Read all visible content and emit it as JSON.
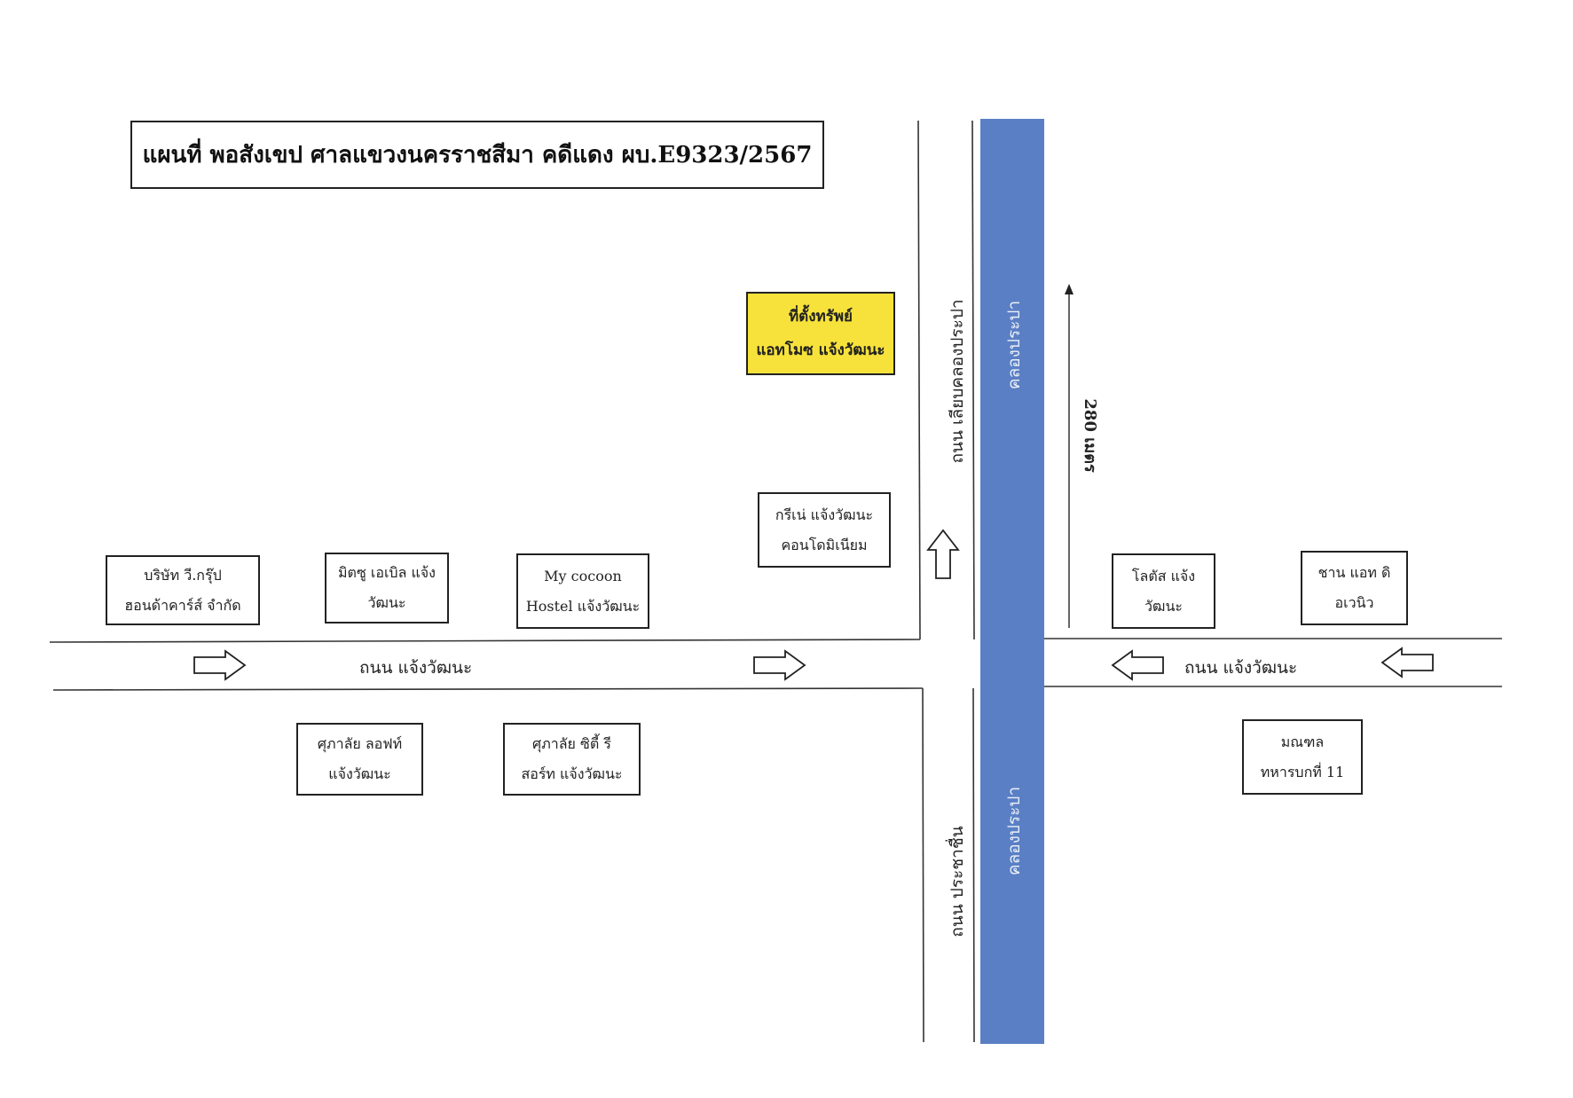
{
  "title": "แผนที่ พอสังเขป ศาลแขวงนครราชสีมา คดีแดง ผบ.E9323/2567",
  "colors": {
    "canal": "#5a7fc4",
    "target": "#f7e23b",
    "line": "#333333"
  },
  "target": {
    "line1": "ที่ตั้งทรัพย์",
    "line2": "แอทโมซ แจ้งวัฒนะ"
  },
  "places": {
    "vgroup": {
      "line1": "บริษัท วี.กรุ๊ป",
      "line2": "ฮอนด้าคาร์ส์ จำกัด"
    },
    "mitsu": {
      "line1": "มิตซู เอเบิล แจ้ง",
      "line2": "วัฒนะ"
    },
    "cocoon": {
      "line1": "My cocoon",
      "line2": "Hostel แจ้งวัฒนะ"
    },
    "greene": {
      "line1": "กรีเน่ แจ้งวัฒนะ",
      "line2": "คอนโดมิเนียม"
    },
    "lotus": {
      "line1": "โลตัส แจ้ง",
      "line2": "วัฒนะ"
    },
    "shan": {
      "line1": "ชาน แอท ดิ",
      "line2": "อเวนิว"
    },
    "loft": {
      "line1": "ศุภาลัย ลอฟท์",
      "line2": "แจ้งวัฒนะ"
    },
    "city": {
      "line1": "ศุภาลัย ซิตี้ รี",
      "line2": "สอร์ท แจ้งวัฒนะ"
    },
    "military": {
      "line1": "มณฑล",
      "line2": "ทหารบกที่ 11"
    }
  },
  "roads": {
    "main_left": "ถนน  แจ้งวัฒนะ",
    "main_right": "ถนน  แจ้งวัฒนะ",
    "side_top": "ถนน  เลียบคลองประปา",
    "side_bottom": "ถนน  ประชาชื่น"
  },
  "canal": {
    "top": "คลองประปา",
    "bottom": "คลองประปา"
  },
  "distance": "280  เมตร"
}
